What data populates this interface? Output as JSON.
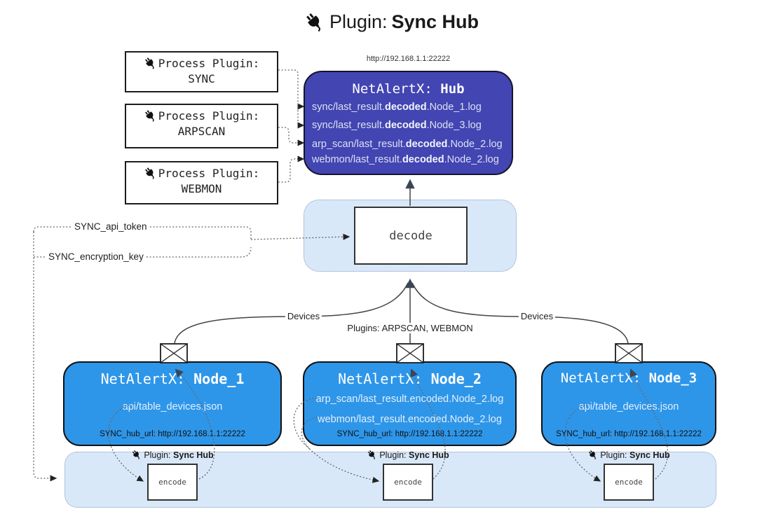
{
  "title": {
    "label": "Plugin:",
    "name": "Sync Hub"
  },
  "hub": {
    "url": "http://192.168.1.1:22222",
    "title_prefix": "NetAlertX:",
    "title_name": "Hub",
    "logs": [
      {
        "pre": "sync/last_result.",
        "mid": "decoded",
        "post": ".Node_1.log"
      },
      {
        "pre": "sync/last_result.",
        "mid": "decoded",
        "post": ".Node_3.log"
      },
      {
        "pre": "arp_scan/last_result.",
        "mid": "decoded",
        "post": ".Node_2.log"
      },
      {
        "pre": "webmon/last_result.",
        "mid": "decoded",
        "post": ".Node_2.log"
      }
    ]
  },
  "process_plugins": [
    {
      "label": "Process Plugin:",
      "name": "SYNC"
    },
    {
      "label": "Process Plugin:",
      "name": "ARPSCAN"
    },
    {
      "label": "Process Plugin:",
      "name": "WEBMON"
    }
  ],
  "decode": {
    "label": "decode"
  },
  "flow_labels": {
    "api_token": "SYNC_api_token",
    "encryption_key": "SYNC_encryption_key",
    "devices_left": "Devices",
    "devices_right": "Devices",
    "plugins": "Plugins: ARPSCAN, WEBMON"
  },
  "nodes": [
    {
      "title_prefix": "NetAlertX:",
      "title_name": "Node_1",
      "files": [
        "api/table_devices.json"
      ],
      "hub_url": "SYNC_hub_url: http://192.168.1.1:22222"
    },
    {
      "title_prefix": "NetAlertX:",
      "title_name": "Node_2",
      "files": [
        "arp_scan/last_result.encoded.Node_2.log",
        "webmon/last_result.encoded.Node_2.log"
      ],
      "hub_url": "SYNC_hub_url: http://192.168.1.1:22222"
    },
    {
      "title_prefix": "NetAlertX:",
      "title_name": "Node_3",
      "files": [
        "api/table_devices.json"
      ],
      "hub_url": "SYNC_hub_url: http://192.168.1.1:22222"
    }
  ],
  "encoders": [
    {
      "label": "Plugin:",
      "label_name": "Sync Hub",
      "box": "encode"
    },
    {
      "label": "Plugin:",
      "label_name": "Sync Hub",
      "box": "encode"
    },
    {
      "label": "Plugin:",
      "label_name": "Sync Hub",
      "box": "encode"
    }
  ],
  "colors": {
    "hub_bg": "#4245b2",
    "node_bg": "#2e96e9",
    "panel_bg": "#d9e8f9",
    "line": "#444444",
    "dotted_line": "#666666",
    "arrow_dark": "#3b4556"
  }
}
